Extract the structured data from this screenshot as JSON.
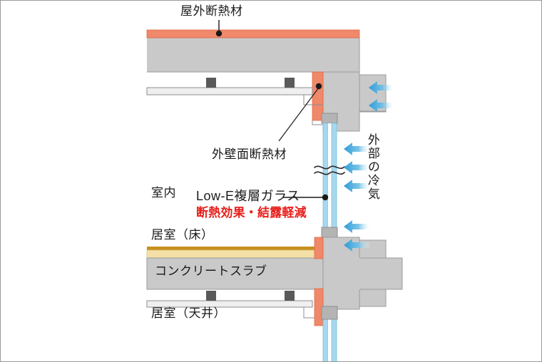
{
  "diagram": {
    "title_label": "屋外断熱材",
    "labels": {
      "roof_insulation": "屋外断熱材",
      "wall_insulation": "外壁面断熱材",
      "indoor": "室内",
      "glass": "Low-E複層ガラス",
      "glass_effect": "断熱効果・結露軽減",
      "floor_room": "居室（床）",
      "concrete_slab": "コンクリートスラブ",
      "ceiling_room": "居室（天井）",
      "outside_cold_air": "外部の冷気"
    },
    "colors": {
      "insulation": "#F0886A",
      "insulation_edge": "#E36B47",
      "concrete": "#C9C9C9",
      "concrete_edge": "#9B9B9B",
      "glass": "#A8D8EE",
      "glass_edge": "#74BEE0",
      "frame": "#B4B4B4",
      "floor_board": "#C8901E",
      "floor_under": "#F3E0A6",
      "hanger": "#5A5A5A",
      "arrow": "#3FA0DA",
      "ceiling_board": "#EFEFEF",
      "leader": "#1A1A1A",
      "text": "#1A1A1A",
      "text_red": "#E8201C",
      "border": "#9A9A9A"
    },
    "arrow_groups": [
      {
        "name": "upper",
        "count": 2
      },
      {
        "name": "middle",
        "count": 3
      },
      {
        "name": "lower",
        "count": 2
      }
    ],
    "ceiling_hangers_upper": 2,
    "ceiling_hangers_lower": 2,
    "break_symbol": "wavy-double-line"
  }
}
